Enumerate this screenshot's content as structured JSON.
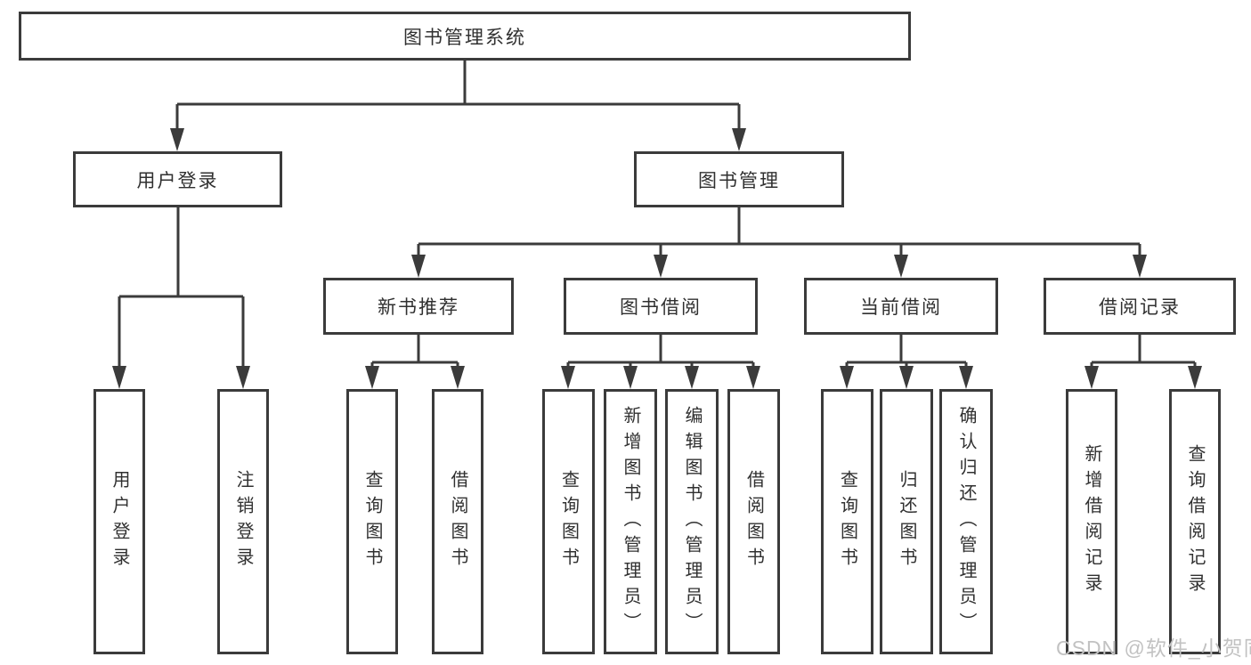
{
  "colors": {
    "line": "#3b3b3b",
    "text": "#303030",
    "box-bg": "#ffffff",
    "watermark": "#c2c2c2",
    "canvas": "#ffffff"
  },
  "watermark": {
    "text": "CSDN @软件_小贺同学"
  },
  "diagram": {
    "root": {
      "label": "图书管理系统"
    },
    "level1": [
      {
        "label": "用户登录",
        "children": [
          {
            "label": "用户登录"
          },
          {
            "label": "注销登录"
          }
        ]
      },
      {
        "label": "图书管理",
        "children": [
          {
            "label": "新书推荐",
            "children": [
              {
                "label": "查询图书"
              },
              {
                "label": "借阅图书"
              }
            ]
          },
          {
            "label": "图书借阅",
            "children": [
              {
                "label": "查询图书"
              },
              {
                "label": "新增图书（管理员）"
              },
              {
                "label": "编辑图书（管理员）"
              },
              {
                "label": "借阅图书"
              }
            ]
          },
          {
            "label": "当前借阅",
            "children": [
              {
                "label": "查询图书"
              },
              {
                "label": "归还图书"
              },
              {
                "label": "确认归还（管理员）"
              }
            ]
          },
          {
            "label": "借阅记录",
            "children": [
              {
                "label": "新增借阅记录"
              },
              {
                "label": "查询借阅记录"
              }
            ]
          }
        ]
      }
    ]
  }
}
